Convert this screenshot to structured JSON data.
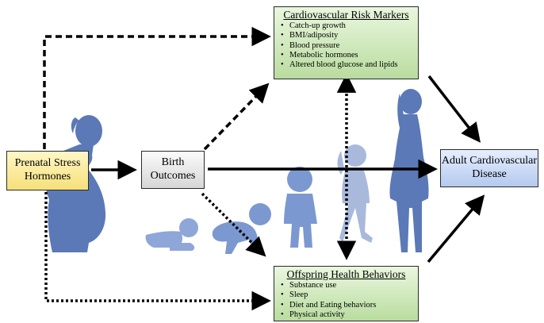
{
  "nodes": {
    "prenatal_stress": [
      "Prenatal Stress",
      "Hormones"
    ],
    "birth_outcomes": [
      "Birth",
      "Outcomes"
    ],
    "adult_cvd": [
      "Adult Cardiovascular",
      "Disease"
    ],
    "cardiovascular_risk_markers": {
      "title": "Cardiovascular Risk Markers",
      "items": [
        "Catch-up growth",
        "BMI/adiposity",
        "Blood pressure",
        "Metabolic hormones",
        "Altered blood glucose and lipids"
      ]
    },
    "offspring_health_behaviors": {
      "title": "Offspring Health Behaviors",
      "items": [
        "Substance use",
        "Sleep",
        "Diet and Eating behaviors",
        "Physical activity"
      ]
    }
  },
  "colors": {
    "prenatal_fill": "#f6e07a",
    "birth_fill": "#d6d6d6",
    "adult_fill": "#b4c9ee",
    "list_box_fill": "#b9dc9f",
    "silhouette_dark": "#5b79b6",
    "silhouette_light": "#9db0d6",
    "arrow": "#000000"
  },
  "illustration": {
    "silhouettes": [
      "pregnant-woman",
      "lying-baby",
      "crawling-baby",
      "toddler",
      "walking-child",
      "young-woman"
    ]
  },
  "edges": [
    {
      "from": "prenatal_stress",
      "to": "birth_outcomes",
      "style": "solid"
    },
    {
      "from": "birth_outcomes",
      "to": "adult_cvd",
      "style": "solid"
    },
    {
      "from": "cardiovascular_risk_markers",
      "to": "adult_cvd",
      "style": "solid"
    },
    {
      "from": "offspring_health_behaviors",
      "to": "adult_cvd",
      "style": "solid"
    },
    {
      "from": "prenatal_stress",
      "to": "cardiovascular_risk_markers",
      "style": "dashed"
    },
    {
      "from": "birth_outcomes",
      "to": "cardiovascular_risk_markers",
      "style": "dashed"
    },
    {
      "from": "prenatal_stress",
      "to": "offspring_health_behaviors",
      "style": "dotted"
    },
    {
      "from": "birth_outcomes",
      "to": "offspring_health_behaviors",
      "style": "dotted"
    },
    {
      "from": "cardiovascular_risk_markers",
      "to": "offspring_health_behaviors",
      "style": "dotted-bidirectional"
    }
  ]
}
